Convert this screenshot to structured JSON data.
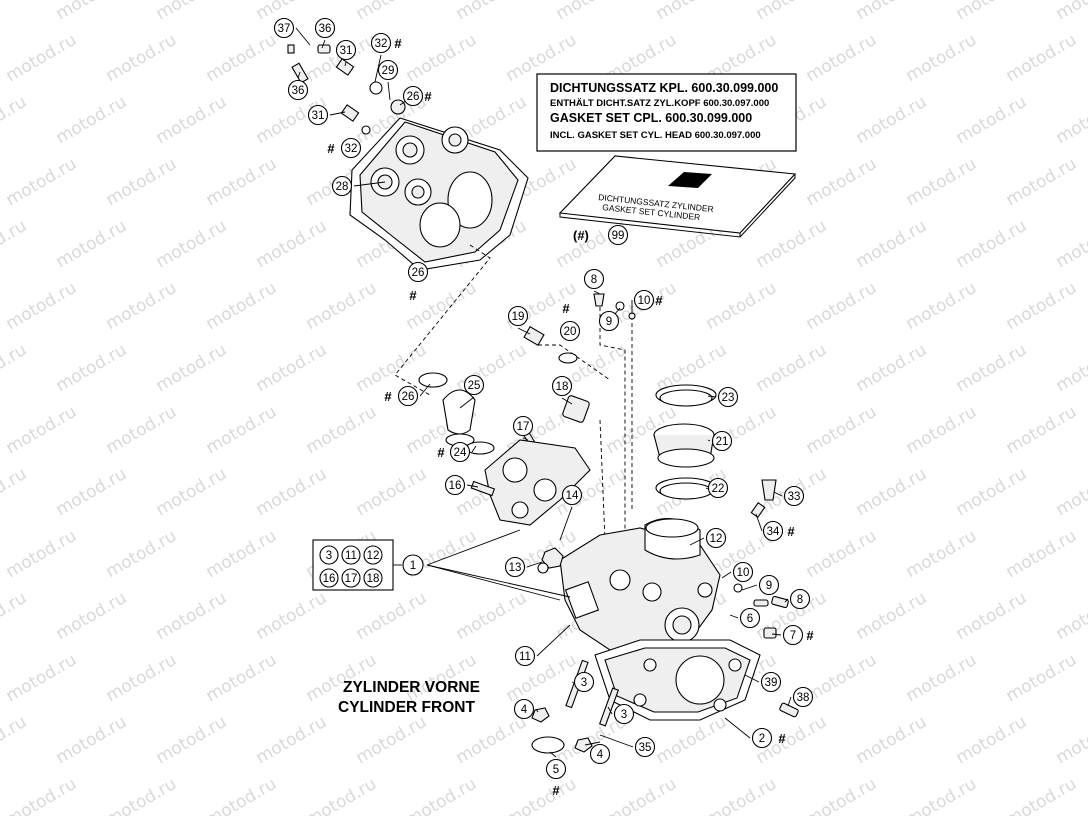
{
  "watermark": "motod.ru",
  "gasket_box": {
    "line1": "DICHTUNGSSATZ KPL.  600.30.099.000",
    "line2": "ENTHÄLT DICHT.SATZ ZYL.KOPF  600.30.097.000",
    "line3": "GASKET SET CPL.           600.30.099.000",
    "line4": "INCL. GASKET SET CYL. HEAD  600.30.097.000"
  },
  "gasket_packet": {
    "line1": "DICHTUNGSSATZ ZYLINDER",
    "line2": "GASKET SET CYLINDER",
    "marker": "(#)",
    "number": "99"
  },
  "caption": {
    "line1": "ZYLINDER VORNE",
    "line2": "CYLINDER FRONT"
  },
  "kit_box": {
    "items": [
      "3",
      "11",
      "12",
      "16",
      "17",
      "18"
    ],
    "ref": "1"
  },
  "callouts": [
    {
      "n": "37",
      "hash": false
    },
    {
      "n": "36",
      "hash": false
    },
    {
      "n": "32",
      "hash": true
    },
    {
      "n": "31",
      "hash": false
    },
    {
      "n": "29",
      "hash": false
    },
    {
      "n": "36",
      "hash": false
    },
    {
      "n": "26",
      "hash": true
    },
    {
      "n": "31",
      "hash": false
    },
    {
      "n": "32",
      "hash": true
    },
    {
      "n": "28",
      "hash": false
    },
    {
      "n": "26",
      "hash": true
    },
    {
      "n": "8",
      "hash": false
    },
    {
      "n": "10",
      "hash": true
    },
    {
      "n": "19",
      "hash": false
    },
    {
      "n": "20",
      "hash": true
    },
    {
      "n": "9",
      "hash": false
    },
    {
      "n": "26",
      "hash": true
    },
    {
      "n": "25",
      "hash": false
    },
    {
      "n": "18",
      "hash": false
    },
    {
      "n": "23",
      "hash": false
    },
    {
      "n": "17",
      "hash": false
    },
    {
      "n": "21",
      "hash": false
    },
    {
      "n": "24",
      "hash": true
    },
    {
      "n": "22",
      "hash": false
    },
    {
      "n": "16",
      "hash": false
    },
    {
      "n": "14",
      "hash": false
    },
    {
      "n": "33",
      "hash": false
    },
    {
      "n": "34",
      "hash": true
    },
    {
      "n": "12",
      "hash": false
    },
    {
      "n": "13",
      "hash": false
    },
    {
      "n": "10",
      "hash": false
    },
    {
      "n": "9",
      "hash": false
    },
    {
      "n": "8",
      "hash": false
    },
    {
      "n": "6",
      "hash": false
    },
    {
      "n": "7",
      "hash": true
    },
    {
      "n": "11",
      "hash": false
    },
    {
      "n": "39",
      "hash": false
    },
    {
      "n": "38",
      "hash": false
    },
    {
      "n": "3",
      "hash": false
    },
    {
      "n": "4",
      "hash": false
    },
    {
      "n": "3",
      "hash": false
    },
    {
      "n": "2",
      "hash": true
    },
    {
      "n": "4",
      "hash": false
    },
    {
      "n": "35",
      "hash": false
    },
    {
      "n": "5",
      "hash": true
    }
  ],
  "hash_symbol": "#"
}
